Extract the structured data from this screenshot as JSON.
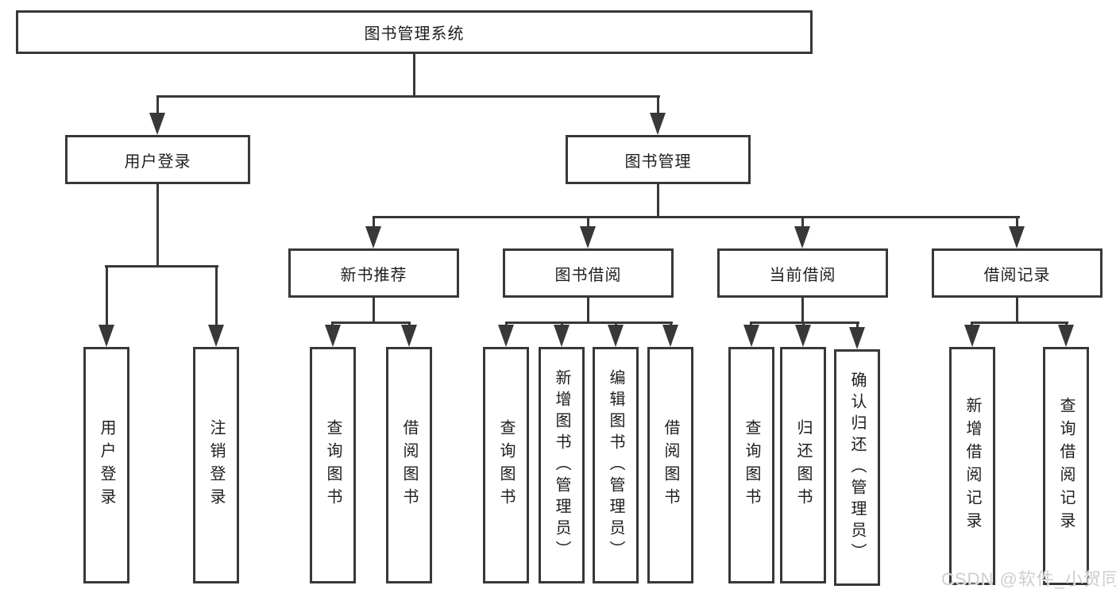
{
  "tree": {
    "label": "图书管理系统",
    "children": [
      {
        "label": "用户登录",
        "children": [
          {
            "label": "用户登录"
          },
          {
            "label": "注销登录"
          }
        ]
      },
      {
        "label": "图书管理",
        "children": [
          {
            "label": "新书推荐",
            "children": [
              {
                "label": "查询图书"
              },
              {
                "label": "借阅图书"
              }
            ]
          },
          {
            "label": "图书借阅",
            "children": [
              {
                "label": "查询图书"
              },
              {
                "label": "新增图书（管理员）"
              },
              {
                "label": "编辑图书（管理员）"
              },
              {
                "label": "借阅图书"
              }
            ]
          },
          {
            "label": "当前借阅",
            "children": [
              {
                "label": "查询图书"
              },
              {
                "label": "归还图书"
              },
              {
                "label": "确认归还（管理员）"
              }
            ]
          },
          {
            "label": "借阅记录",
            "children": [
              {
                "label": "新增借阅记录"
              },
              {
                "label": "查询借阅记录"
              }
            ]
          }
        ]
      }
    ]
  },
  "watermark": "CSDN @软件_小贺同学",
  "colors": {
    "line": "#383838",
    "text": "#1e1e1e",
    "background": "#ffffff",
    "watermark": "#cbcbcb"
  }
}
